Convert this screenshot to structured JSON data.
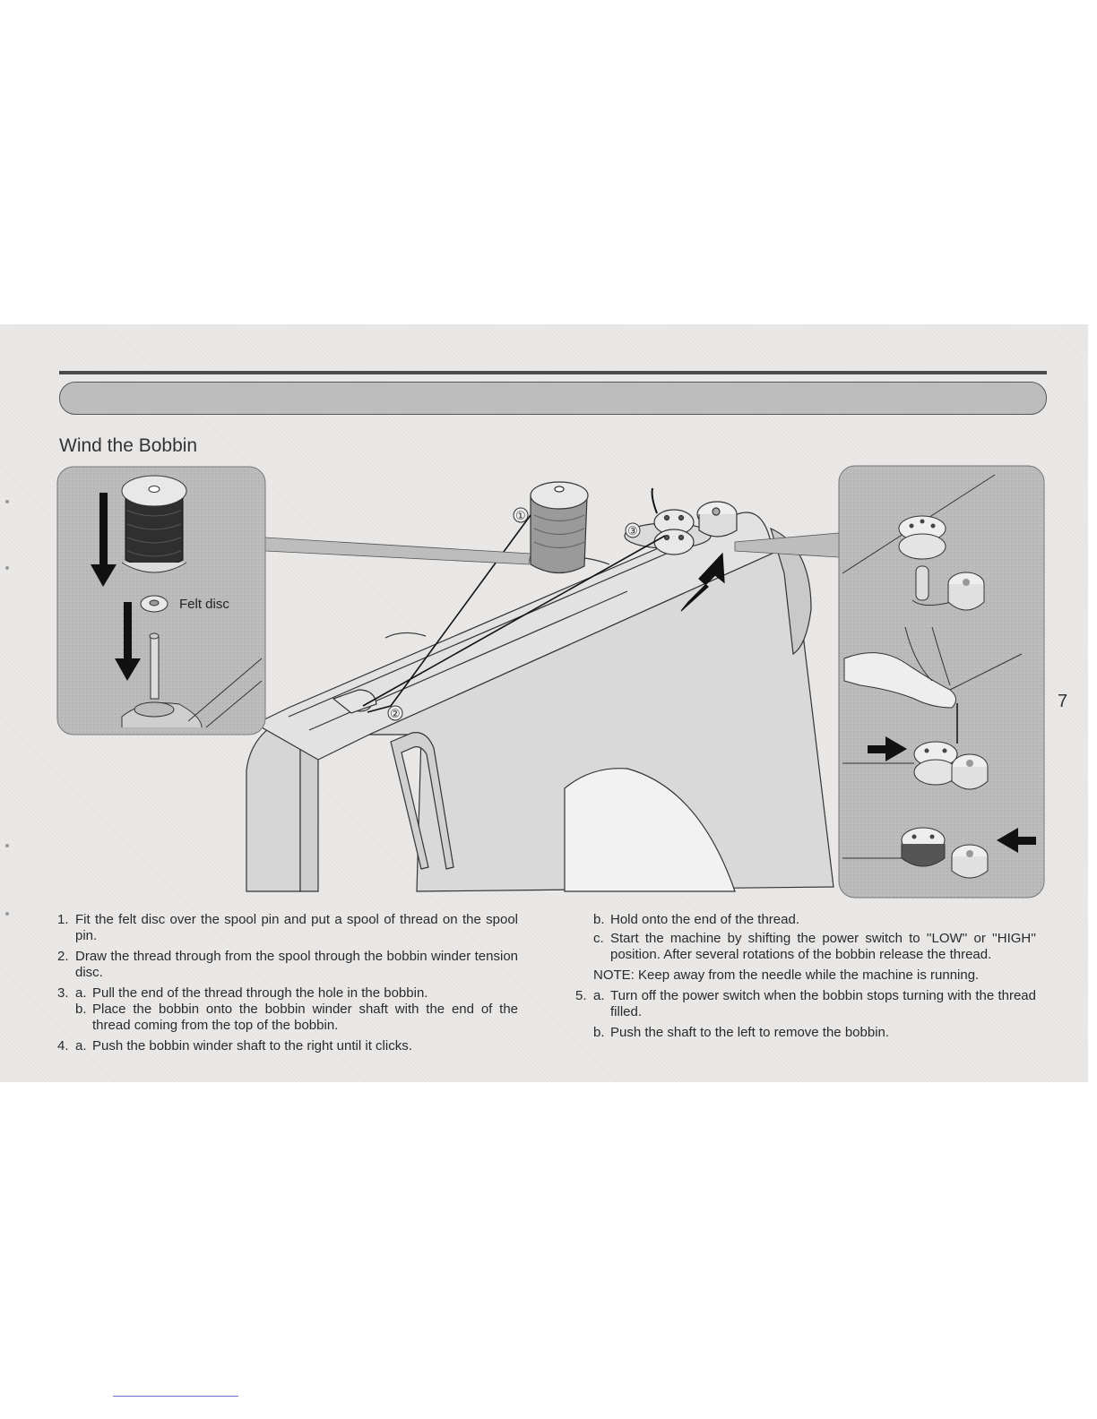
{
  "page": {
    "heading": "Wind the Bobbin",
    "page_number": "7"
  },
  "figure": {
    "felt_disc_label": "Felt disc",
    "callouts": [
      "①",
      "②",
      "③"
    ]
  },
  "instructions_left": {
    "s1": {
      "num": "1.",
      "text": "Fit the felt disc over the spool pin and put a spool of thread on the spool pin."
    },
    "s2": {
      "num": "2.",
      "text": "Draw the thread through from the spool through the bobbin winder tension disc."
    },
    "s3a": {
      "num": "3.",
      "letter": "a.",
      "text": "Pull the end of the thread through the hole in the bobbin."
    },
    "s3b": {
      "letter": "b.",
      "text": "Place the bobbin onto the bobbin winder shaft with the end of the thread coming from the top of the bobbin."
    },
    "s4a": {
      "num": "4.",
      "letter": "a.",
      "text": "Push the bobbin winder shaft to the right until it clicks."
    }
  },
  "instructions_right": {
    "s4b": {
      "letter": "b.",
      "text": "Hold onto the end of the thread."
    },
    "s4c": {
      "letter": "c.",
      "text": "Start the machine by shifting the power switch to ''LOW'' or ''HIGH'' position. After several rotations of the bobbin release the thread."
    },
    "note": "NOTE: Keep away from the needle while the machine is running.",
    "s5a": {
      "num": "5.",
      "letter": "a.",
      "text": "Turn off the power switch when the bobbin stops turning with the thread filled."
    },
    "s5b": {
      "letter": "b.",
      "text": "Push the shaft to the left to remove the bobbin."
    }
  }
}
